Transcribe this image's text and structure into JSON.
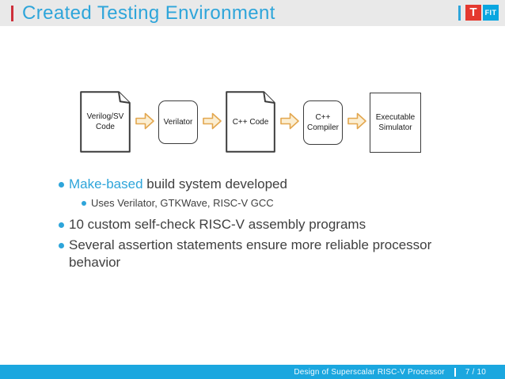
{
  "header": {
    "title": "Created Testing Environment",
    "logo_t": "T",
    "logo_fit": "FIT"
  },
  "diagram": {
    "nodes": [
      {
        "label": "Verilog/SV Code",
        "shape": "document"
      },
      {
        "label": "Verilator",
        "shape": "rounded-rectangle"
      },
      {
        "label": "C++ Code",
        "shape": "document"
      },
      {
        "label": "C++ Compiler",
        "shape": "rounded-rectangle"
      },
      {
        "label": "Executable Simulator",
        "shape": "rectangle"
      }
    ],
    "connector": "block-arrow-right-icon"
  },
  "bullets": [
    {
      "level": 1,
      "highlight": "Make-based",
      "rest": " build system developed"
    },
    {
      "level": 2,
      "text": "Uses Verilator, GTKWave, RISC-V GCC"
    },
    {
      "level": 1,
      "text": "10 custom self-check RISC-V assembly programs"
    },
    {
      "level": 1,
      "text": "Several assertion statements ensure more reliable processor behavior"
    }
  ],
  "footer": {
    "deck_title": "Design of Superscalar RISC-V Processor",
    "page": "7 / 10"
  },
  "colors": {
    "accent_cyan": "#2EA5DA",
    "accent_red": "#CE2F3A",
    "logo_red": "#E4392F",
    "logo_cyan": "#0AA6E0",
    "footer_cyan": "#1BA7DF",
    "header_gray": "#E9E9E9",
    "text_dark": "#3F3F3F",
    "shape_stroke": "#3C3C3C",
    "arrow_fill": "#FBEED2",
    "arrow_stroke": "#E3A74F"
  }
}
